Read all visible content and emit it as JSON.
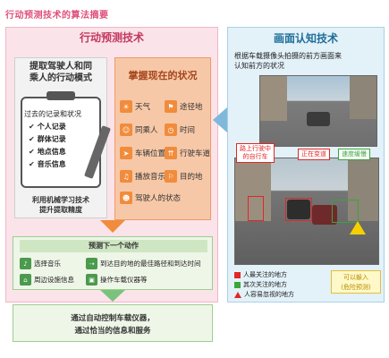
{
  "title": "行动预测技术的算法摘要",
  "left_panel": {
    "header": "行动预测技术",
    "extract": {
      "title_line1": "提取驾驶人和同",
      "title_line2": "乘人的行动模式",
      "clip_heading": "过去的记录和状况",
      "items": [
        "个人记录",
        "群体记录",
        "地点信息",
        "音乐信息"
      ],
      "ml_line1": "利用机械学习技术",
      "ml_line2": "提升提取精度"
    },
    "situation": {
      "title": "掌握现在的状况",
      "items": [
        {
          "icon": "weather-icon",
          "label": "天气"
        },
        {
          "icon": "waypoint-icon",
          "label": "途径地"
        },
        {
          "icon": "passenger-icon",
          "label": "同乘人"
        },
        {
          "icon": "clock-icon",
          "label": "时间"
        },
        {
          "icon": "car-position-icon",
          "label": "车辆位置"
        },
        {
          "icon": "lane-icon",
          "label": "行驶车道"
        },
        {
          "icon": "music-icon",
          "label": "播放音乐"
        },
        {
          "icon": "destination-icon",
          "label": "目的地"
        },
        {
          "icon": "emotion-icon",
          "label": "驾驶人的状态"
        }
      ]
    },
    "predict": {
      "header": "预测下一个动作",
      "items": [
        {
          "icon": "music-select-icon",
          "label": "选择音乐"
        },
        {
          "icon": "route-icon",
          "label": "到达目的地的最佳路径和到达时间"
        },
        {
          "icon": "nearby-icon",
          "label": "周边设施信息"
        },
        {
          "icon": "operation-icon",
          "label": "操作车载仪器等"
        }
      ]
    },
    "service": {
      "line1": "通过自动控制车载仪器，",
      "line2": "通过恰当的信息和服务"
    }
  },
  "right_panel": {
    "header": "画面认知技术",
    "desc_line1": "根据车载摄像头拍摄的前方画面来",
    "desc_line2": "认知前方的状况",
    "tags": {
      "bicycle": "路上行驶中\n的自行车",
      "lane_change": "正在变道",
      "slow_down": "速度缓慢"
    },
    "legend": [
      {
        "color": "#e02727",
        "shape": "square",
        "label": "人最关注的地方"
      },
      {
        "color": "#3aa53c",
        "shape": "square",
        "label": "其次关注的地方"
      },
      {
        "color": "#e02727",
        "shape": "triangle",
        "label": "人容易忽视的地方"
      }
    ],
    "danger_line1": "可以躲入",
    "danger_line2": "(危险预测)"
  }
}
